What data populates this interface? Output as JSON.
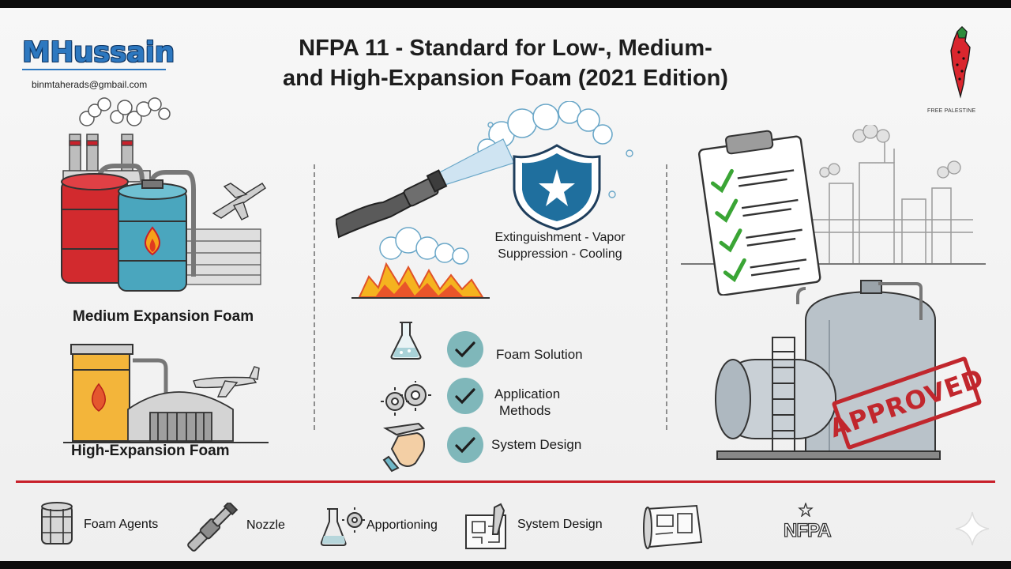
{
  "header": {
    "brand": "MHussain",
    "email": "binmtaherads@gmbail.com",
    "title_line1": "NFPA 11 - Standard for Low-, Medium-",
    "title_line2": "and High-Expansion Foam (2021 Edition)",
    "badge_text": "FREE PALESTINE"
  },
  "left_panel": {
    "medium_label": "Medium Expansion Foam",
    "high_label": "High-Expansion Foam"
  },
  "center_panel": {
    "effects_line1": "Extinguishment - Vapor",
    "effects_line2": "Suppression - Cooling",
    "checklist": [
      {
        "label": "Foam Solution"
      },
      {
        "label_line1": "Application",
        "label_line2": "Methods"
      },
      {
        "label": "System Design"
      }
    ]
  },
  "right_panel": {
    "stamp": "APPROVED"
  },
  "footer": {
    "items": [
      {
        "label": "Foam Agents",
        "icon": "barrel-icon"
      },
      {
        "label": "Nozzle",
        "icon": "nozzle-icon"
      },
      {
        "label": "Apportioning",
        "icon": "flask-gear-icon"
      },
      {
        "label": "System Design",
        "icon": "blueprint-icon"
      }
    ],
    "logo": "NFPA"
  },
  "colors": {
    "brand_blue": "#2d78c0",
    "accent_red": "#c8202a",
    "check_teal": "#7fb7ba",
    "check_green": "#3aa535",
    "shield_blue": "#1f6f9e"
  }
}
